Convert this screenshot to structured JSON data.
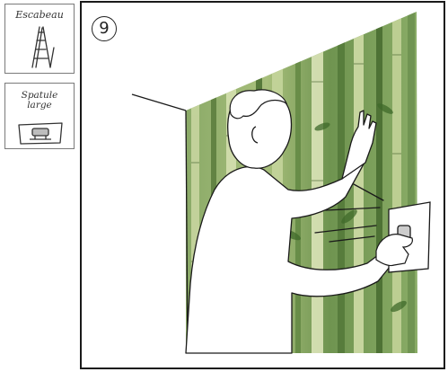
{
  "tools": [
    {
      "label": "Escabeau",
      "icon": "ladder-icon"
    },
    {
      "label": "Spatule\nlarge",
      "icon": "wide-spatula-icon"
    }
  ],
  "step": {
    "number": "9"
  },
  "scene": {
    "illustration": "person-smoothing-bamboo-wallpaper-with-spatula"
  },
  "colors": {
    "wall_green": "#7ea25e",
    "bamboo_light": "#c9d8a2",
    "outline": "#1a1a1a"
  }
}
